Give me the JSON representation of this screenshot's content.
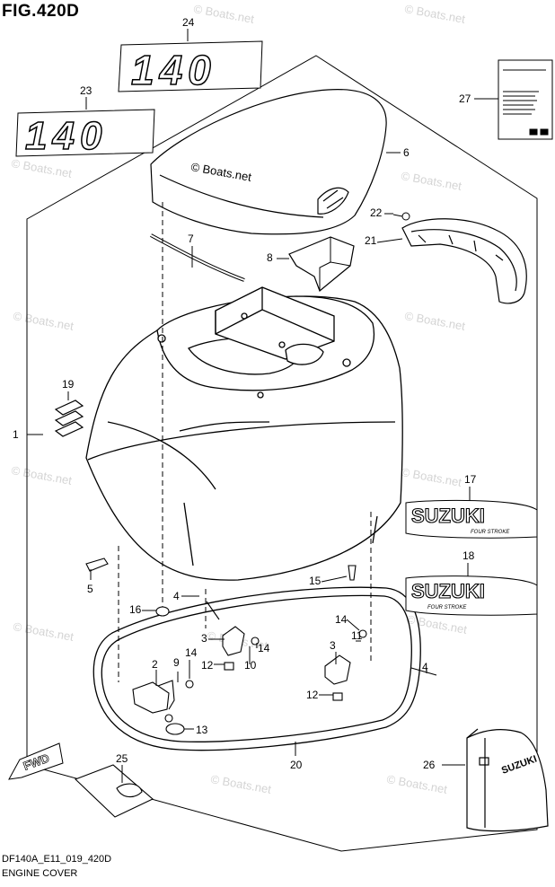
{
  "figure": {
    "title": "FIG.420D",
    "code": "DF140A_E11_019_420D",
    "caption": "ENGINE COVER"
  },
  "decals": {
    "model_number": "140",
    "brand": "SUZUKI",
    "fwd_tag": "FWD",
    "cover_brand": "SUZUKI",
    "small_brand": "FOUR STROKE"
  },
  "watermark": {
    "center_text": "© Boats.net",
    "tile_text": "© Boats.net"
  },
  "parts": [
    {
      "no": "1"
    },
    {
      "no": "2"
    },
    {
      "no": "3"
    },
    {
      "no": "3"
    },
    {
      "no": "4"
    },
    {
      "no": "4"
    },
    {
      "no": "5"
    },
    {
      "no": "6"
    },
    {
      "no": "7"
    },
    {
      "no": "8"
    },
    {
      "no": "9"
    },
    {
      "no": "10"
    },
    {
      "no": "11"
    },
    {
      "no": "12"
    },
    {
      "no": "12"
    },
    {
      "no": "13"
    },
    {
      "no": "14"
    },
    {
      "no": "14"
    },
    {
      "no": "14"
    },
    {
      "no": "15"
    },
    {
      "no": "16"
    },
    {
      "no": "17"
    },
    {
      "no": "18"
    },
    {
      "no": "19"
    },
    {
      "no": "20"
    },
    {
      "no": "21"
    },
    {
      "no": "22"
    },
    {
      "no": "23"
    },
    {
      "no": "24"
    },
    {
      "no": "25"
    },
    {
      "no": "26"
    },
    {
      "no": "27"
    }
  ],
  "colors": {
    "line": "#000000",
    "watermark": "#d4d4d4",
    "decal_shadow": "#9a9a9a"
  }
}
